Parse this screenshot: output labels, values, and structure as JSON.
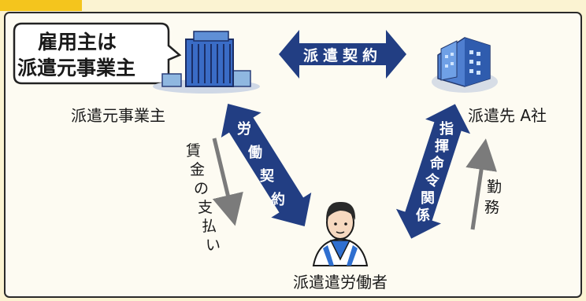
{
  "callout": {
    "line1": "雇用主は",
    "line2": "派遣元事業主"
  },
  "entities": {
    "dispatching_employer": "派遣元事業主",
    "client_company": "派遣先 A社",
    "dispatched_worker": "派遣遣労働者"
  },
  "relations": {
    "dispatch_contract": "派遣契約",
    "labor_contract": "労働契約",
    "command_relation": "指揮命令関係"
  },
  "flows": {
    "wage_payment": "賃金の支払い",
    "work": "勤務"
  },
  "colors": {
    "arrow_blue": "#223e83",
    "background": "#fbf3d2",
    "panel": "#fdfbf2",
    "corner_tab": "#f4c51d"
  }
}
